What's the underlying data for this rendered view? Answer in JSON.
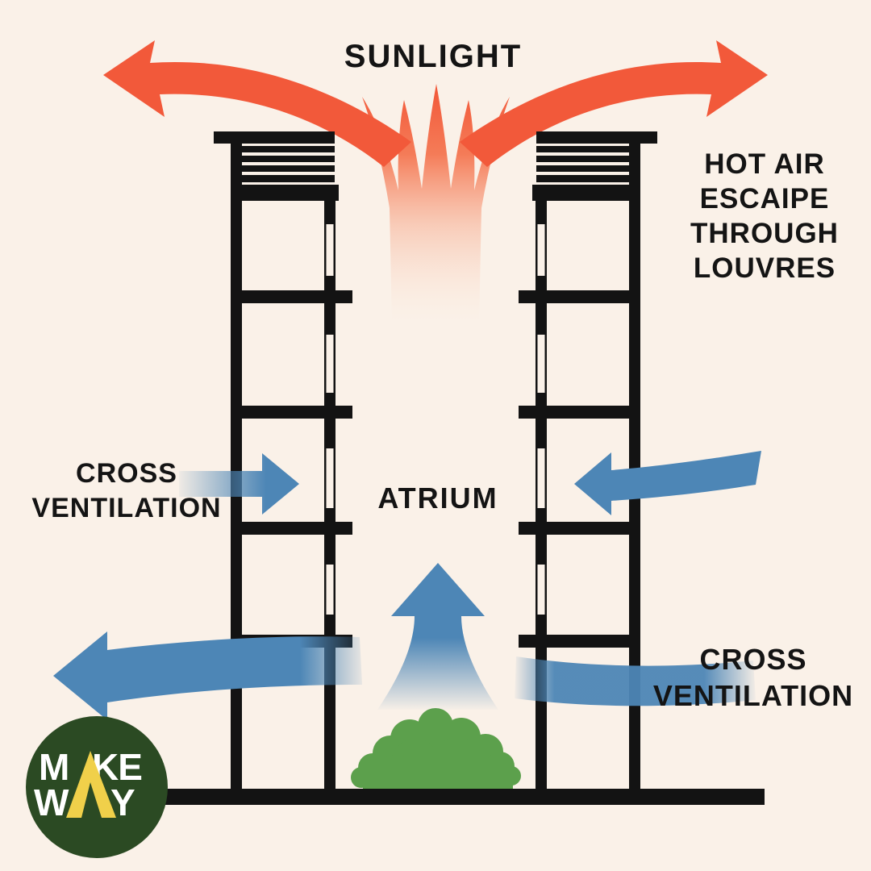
{
  "colors": {
    "background": "#faf1e8",
    "ink": "#131313",
    "text": "#141414",
    "orange": "#f2593a",
    "blue": "#4d86b6",
    "green": "#5ca04c",
    "logo_green": "#2b4a23",
    "logo_yellow": "#f0d04a",
    "logo_text": "#ffffff"
  },
  "labels": {
    "sunlight": "SUNLIGHT",
    "hot_air_lines": [
      "HOT AIR",
      "ESCAIPE",
      "THROUGH",
      "LOUVRES"
    ],
    "cross_ventilation_left": [
      "CROSS",
      "VENTILATION"
    ],
    "atrium": "ATRIUM",
    "cross_ventilation_right": [
      "CROSS",
      "VENTILATION"
    ]
  },
  "logo": {
    "word1_left": "M",
    "word1_right": "KE",
    "word2_left": "W",
    "word2_right": "Y",
    "full_text": "MAKE WAY"
  },
  "icons": {
    "sunlight_arrow_left": "orange-curved-arrow-left",
    "sunlight_arrow_right": "orange-curved-arrow-right",
    "hot_air_plume": "orange-flame-plume",
    "cross_vent_in_left": "blue-arrow-right-into-tower",
    "cross_vent_in_right": "blue-arrow-left-into-tower",
    "updraft_arrow": "blue-arrow-up-from-atrium",
    "cross_vent_out_left": "blue-curved-arrow-left",
    "cross_vent_band_right": "blue-flow-band",
    "tree": "green-tree-canopy",
    "logo_road": "yellow-road-triangle"
  }
}
